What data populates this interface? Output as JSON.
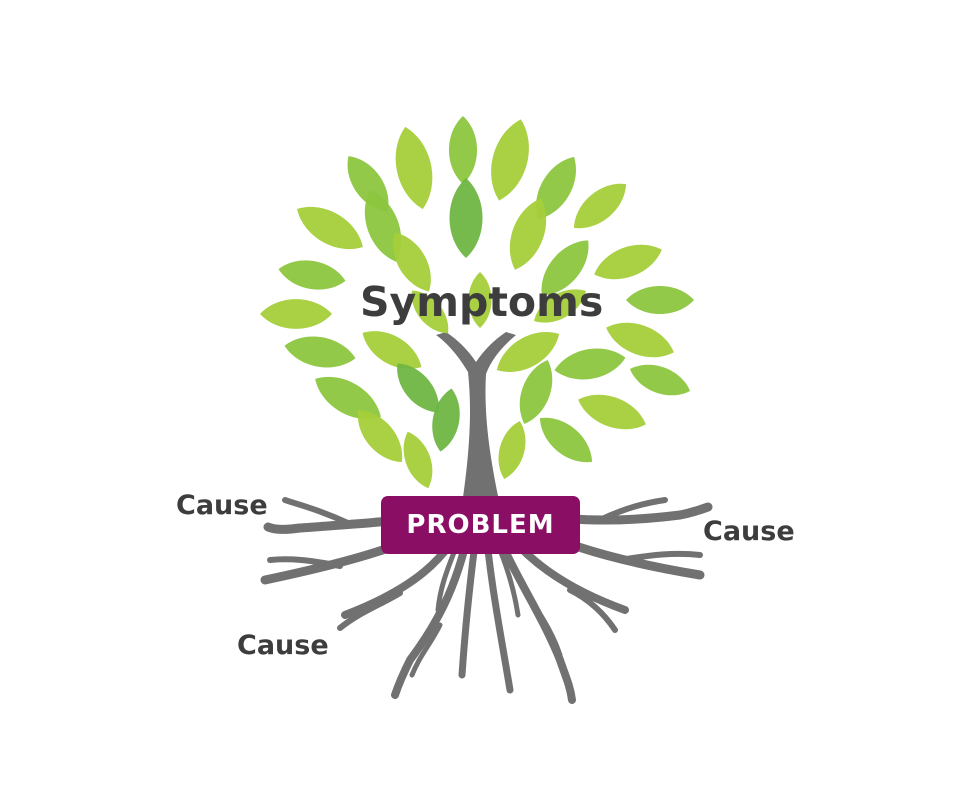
{
  "diagram": {
    "symptoms_label": "Symptoms",
    "problem_label": "PROBLEM",
    "causes": [
      "Cause",
      "Cause",
      "Cause"
    ]
  },
  "colors": {
    "leaf_light": "#a5cf3a",
    "leaf_mid": "#8cc63f",
    "leaf_dark": "#6fb543",
    "trunk": "#717171",
    "problem_box": "#8a0e64",
    "text": "#3d3d3d"
  },
  "icons": {
    "tree": "tree-icon"
  }
}
